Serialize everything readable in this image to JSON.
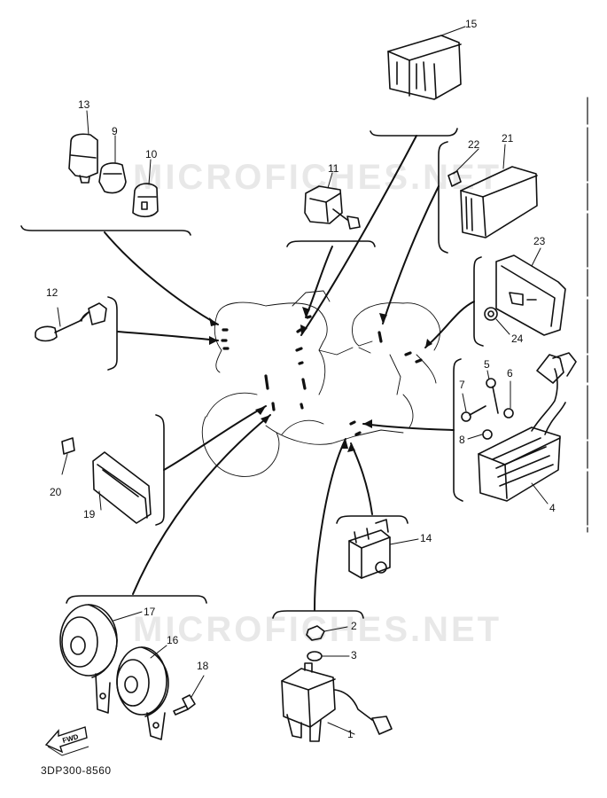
{
  "diagram": {
    "callouts": {
      "c1": "1",
      "c2": "2",
      "c3": "3",
      "c4": "4",
      "c5": "5",
      "c6": "6",
      "c7": "7",
      "c8": "8",
      "c9": "9",
      "c10": "10",
      "c11": "11",
      "c12": "12",
      "c13": "13",
      "c14": "14",
      "c15": "15",
      "c16": "16",
      "c17": "17",
      "c18": "18",
      "c19": "19",
      "c20": "20",
      "c21": "21",
      "c22": "22",
      "c23": "23",
      "c24": "24"
    },
    "fwd_label": "FWD",
    "part_code": "3DP300-8560",
    "watermark_text": "MICROFICHES.NET"
  },
  "colors": {
    "ink": "#111111",
    "watermark": "#969696",
    "background": "#ffffff"
  },
  "icons": [
    "fwd-arrow-icon"
  ]
}
